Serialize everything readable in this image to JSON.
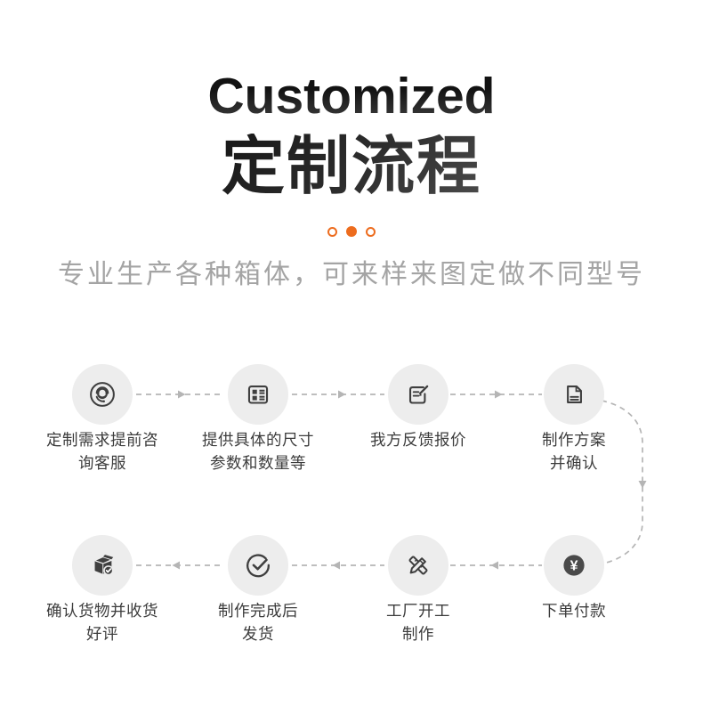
{
  "header": {
    "title_en": "Customized",
    "title_zh": "定制流程",
    "subtitle": "专业生产各种箱体，可来样来图定做不同型号",
    "dots": [
      "outline",
      "filled",
      "outline"
    ]
  },
  "colors": {
    "accent_orange": "#ED6C1E",
    "title_dark": "#121212",
    "subtitle_gray": "#A4A4A4",
    "circle_bg": "#EDEDED",
    "icon_dark": "#3F3F3F",
    "connector_gray": "#B5B5B5",
    "label_dark": "#3C3C3C",
    "background": "#FFFFFF"
  },
  "process": {
    "yen_symbol": "¥",
    "steps": [
      {
        "icon": "headset-support-icon",
        "line1": "定制需求提前咨",
        "line2": "询客服"
      },
      {
        "icon": "spec-form-icon",
        "line1": "提供具体的尺寸",
        "line2": "参数和数量等"
      },
      {
        "icon": "quote-edit-icon",
        "line1": "我方反馈报价",
        "line2": ""
      },
      {
        "icon": "plan-document-icon",
        "line1": "制作方案",
        "line2": "并确认"
      },
      {
        "icon": "yen-payment-icon",
        "line1": "下单付款",
        "line2": ""
      },
      {
        "icon": "pencil-ruler-icon",
        "line1": "工厂开工",
        "line2": "制作"
      },
      {
        "icon": "check-circle-icon",
        "line1": "制作完成后",
        "line2": "发货"
      },
      {
        "icon": "package-received-icon",
        "line1": "确认货物并收货",
        "line2": "好评"
      }
    ]
  }
}
